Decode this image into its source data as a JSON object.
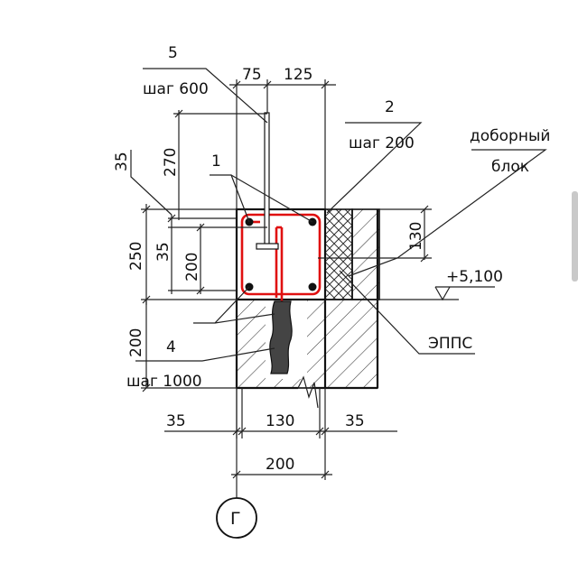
{
  "labels": {
    "item5": "5",
    "step600": "шаг 600",
    "item2": "2",
    "step200": "шаг 200",
    "extra_block_1": "доборный",
    "extra_block_2": "блок",
    "item1": "1",
    "level": "+5,100",
    "epps": "ЭППС",
    "item4": "4",
    "step1000": "шаг 1000",
    "axis": "Г"
  },
  "dims": {
    "d75": "75",
    "d125": "125",
    "d270": "270",
    "d35_left": "35",
    "d250": "250",
    "d35_inner": "35",
    "d200_inner": "200",
    "d130_right": "130",
    "d200_left": "200",
    "d35_bottom_left": "35",
    "d130_bottom": "130",
    "d35_bottom_right": "35",
    "d200_bottom": "200"
  },
  "colors": {
    "rebar": "#e01010",
    "lines": "#222222"
  }
}
